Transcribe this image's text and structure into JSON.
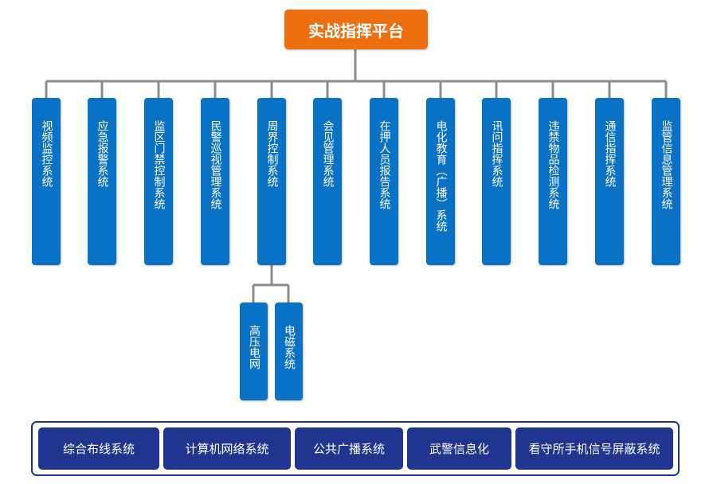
{
  "root": {
    "label": "实战指挥平台"
  },
  "systems": [
    {
      "label": "视频监控系统"
    },
    {
      "label": "应急报警系统"
    },
    {
      "label": "监区门禁控制系统"
    },
    {
      "label": "民警巡视管理系统"
    },
    {
      "label": "周界控制系统"
    },
    {
      "label": "会见管理系统"
    },
    {
      "label": "在押人员报告系统"
    },
    {
      "label": "电化教育（广播）系统"
    },
    {
      "label": "讯问指挥系统"
    },
    {
      "label": "违禁物品检测系统"
    },
    {
      "label": "通信指挥系统"
    },
    {
      "label": "监管信息管理系统"
    }
  ],
  "perimeter_children": [
    {
      "label": "高压电网"
    },
    {
      "label": "电磁系统"
    }
  ],
  "infrastructure": [
    {
      "label": "综合布线系统"
    },
    {
      "label": "计算机网络系统"
    },
    {
      "label": "公共广播系统"
    },
    {
      "label": "武警信息化"
    },
    {
      "label": "看守所手机信号屏蔽系统"
    }
  ],
  "colors": {
    "root": "#ee6f0f",
    "system_box": "#0a72c4",
    "infrastructure_box": "#1f3590",
    "connector": "#8c8c8c"
  }
}
